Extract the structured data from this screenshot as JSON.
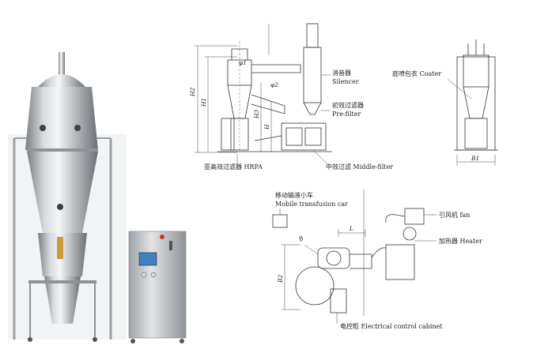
{
  "labels": {
    "silencer_cn": "消音器",
    "silencer_en": "Silencer",
    "prefilter_cn": "初效过滤器",
    "prefilter_en": "Pre-filter",
    "hrpa": "亚高效过滤器 HRPA",
    "middle_filter": "中效过滤 Middle-filter",
    "coater": "底喷包衣 Coater",
    "car_cn": "移动输液小车",
    "car_en": "Mobile transfusion car",
    "fan": "引风机 fan",
    "heater": "加热器 Heater",
    "cabinet": "电控柜 Electrical control cabinet"
  },
  "dimensions": {
    "h": "H",
    "h1": "H1",
    "h2": "H2",
    "h3": "H3",
    "phi1": "φ1",
    "phi2": "φ2",
    "b1": "B1",
    "b2": "B2",
    "l": "L",
    "b": "B"
  },
  "colors": {
    "steel_light": "#e4e6e8",
    "steel_mid": "#a9adb2",
    "steel_dark": "#6b7075",
    "line": "#333333",
    "screen": "#3f7fc4"
  }
}
